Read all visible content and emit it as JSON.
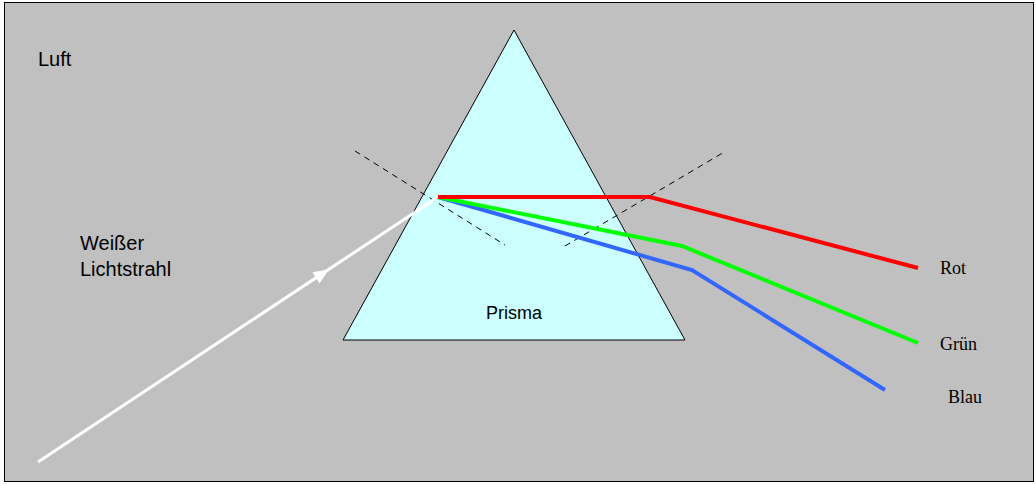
{
  "diagram": {
    "nodes": [
      {
        "text": [
          "Luft"
        ]
      },
      {
        "text": [
          "Prisma"
        ],
        "in": 0
      }
    ],
    "labels": [
      "Weißer Lichtstrahl",
      "Rot",
      "Grün",
      "Blau"
    ]
  }
}
